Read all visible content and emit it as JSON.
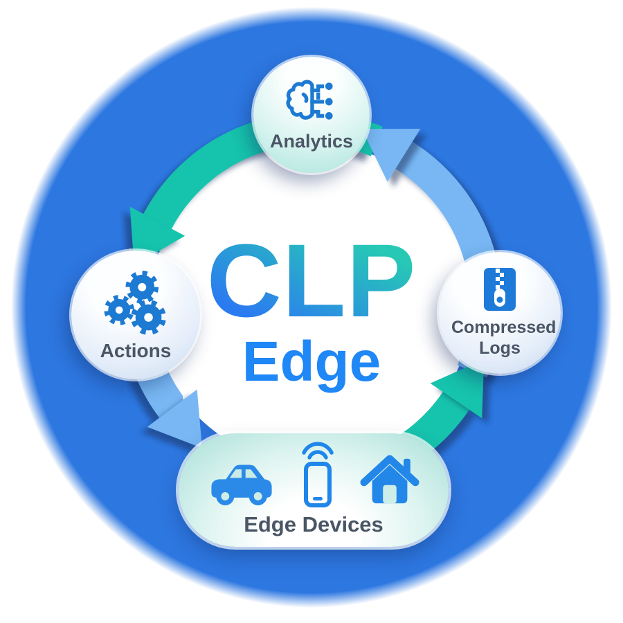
{
  "title": {
    "main": "CLP",
    "sub": "Edge"
  },
  "nodes": {
    "analytics": {
      "label": "Analytics",
      "icon": "machine-learning-brain-icon"
    },
    "compressed_logs": {
      "label": "Compressed Logs",
      "icon": "zip-file-icon"
    },
    "actions": {
      "label": "Actions",
      "icon": "gears-icon"
    },
    "edge_devices": {
      "label": "Edge Devices",
      "icons": [
        "car-icon",
        "smartphone-wifi-icon",
        "house-icon"
      ]
    }
  },
  "diagram": {
    "type": "cycle",
    "direction": "counterclockwise",
    "flow": [
      {
        "from": "Edge Devices",
        "to": "Compressed Logs",
        "arrow_color": "teal"
      },
      {
        "from": "Compressed Logs",
        "to": "Analytics",
        "arrow_color": "light-blue"
      },
      {
        "from": "Analytics",
        "to": "Actions",
        "arrow_color": "teal"
      },
      {
        "from": "Actions",
        "to": "Edge Devices",
        "arrow_color": "light-blue"
      }
    ]
  },
  "colors": {
    "background_disc": "#2d77e0",
    "inner_disc": "#ffffff",
    "arrow_teal": "#14c3ac",
    "arrow_blue": "#78b7f3",
    "icon_blue": "#1d7ad2",
    "label_text": "#4a5565",
    "title_gradient_start": "#2b7bf0",
    "title_gradient_end": "#27c9b4",
    "subtitle_blue": "#1f87f6"
  }
}
